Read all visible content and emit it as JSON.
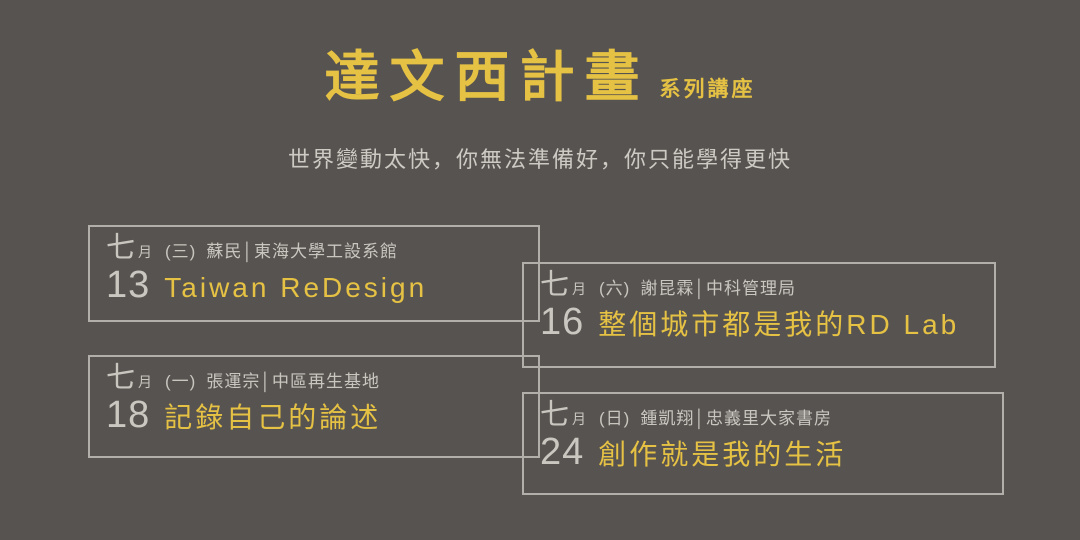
{
  "colors": {
    "background": "#575350",
    "accent_yellow": "#e6c244",
    "light_text": "#cdcac4",
    "border": "#b2afaa"
  },
  "header": {
    "title": "達文西計畫",
    "title_suffix": "系列講座",
    "subtitle": "世界變動太快，你無法準備好，你只能學得更快"
  },
  "events": [
    {
      "month_char": "七",
      "month_unit": "月",
      "weekday": "(三)",
      "speaker": "蘇民│東海大學工設系館",
      "day": "13",
      "title": "Taiwan  ReDesign"
    },
    {
      "month_char": "七",
      "month_unit": "月",
      "weekday": "(六)",
      "speaker": "謝昆霖│中科管理局",
      "day": "16",
      "title": "整個城市都是我的RD Lab"
    },
    {
      "month_char": "七",
      "month_unit": "月",
      "weekday": "(一)",
      "speaker": "張運宗│中區再生基地",
      "day": "18",
      "title": "記錄自己的論述"
    },
    {
      "month_char": "七",
      "month_unit": "月",
      "weekday": "(日)",
      "speaker": "鍾凱翔│忠義里大家書房",
      "day": "24",
      "title": "創作就是我的生活"
    }
  ]
}
